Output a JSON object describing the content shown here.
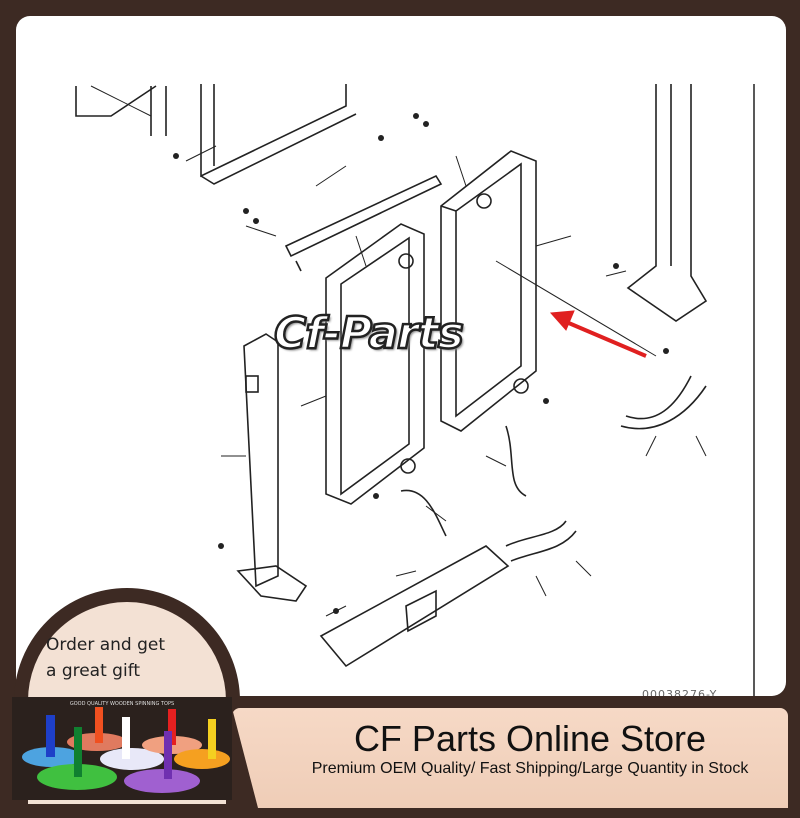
{
  "diagram": {
    "drawing_code": "00038276-Y",
    "watermark": "Cf-Parts",
    "arrow_color": "#e02020"
  },
  "promo": {
    "gift_line1": "Order and get",
    "gift_line2": "a great gift",
    "toy_caption": "GOOD QUALITY WOODEN SPINNING TOPS"
  },
  "banner": {
    "title": "CF Parts Online Store",
    "tagline": "Premium OEM Quality/ Fast Shipping/Large Quantity in Stock"
  },
  "colors": {
    "frame": "#3d2a23",
    "banner": "#f3d6c3"
  }
}
